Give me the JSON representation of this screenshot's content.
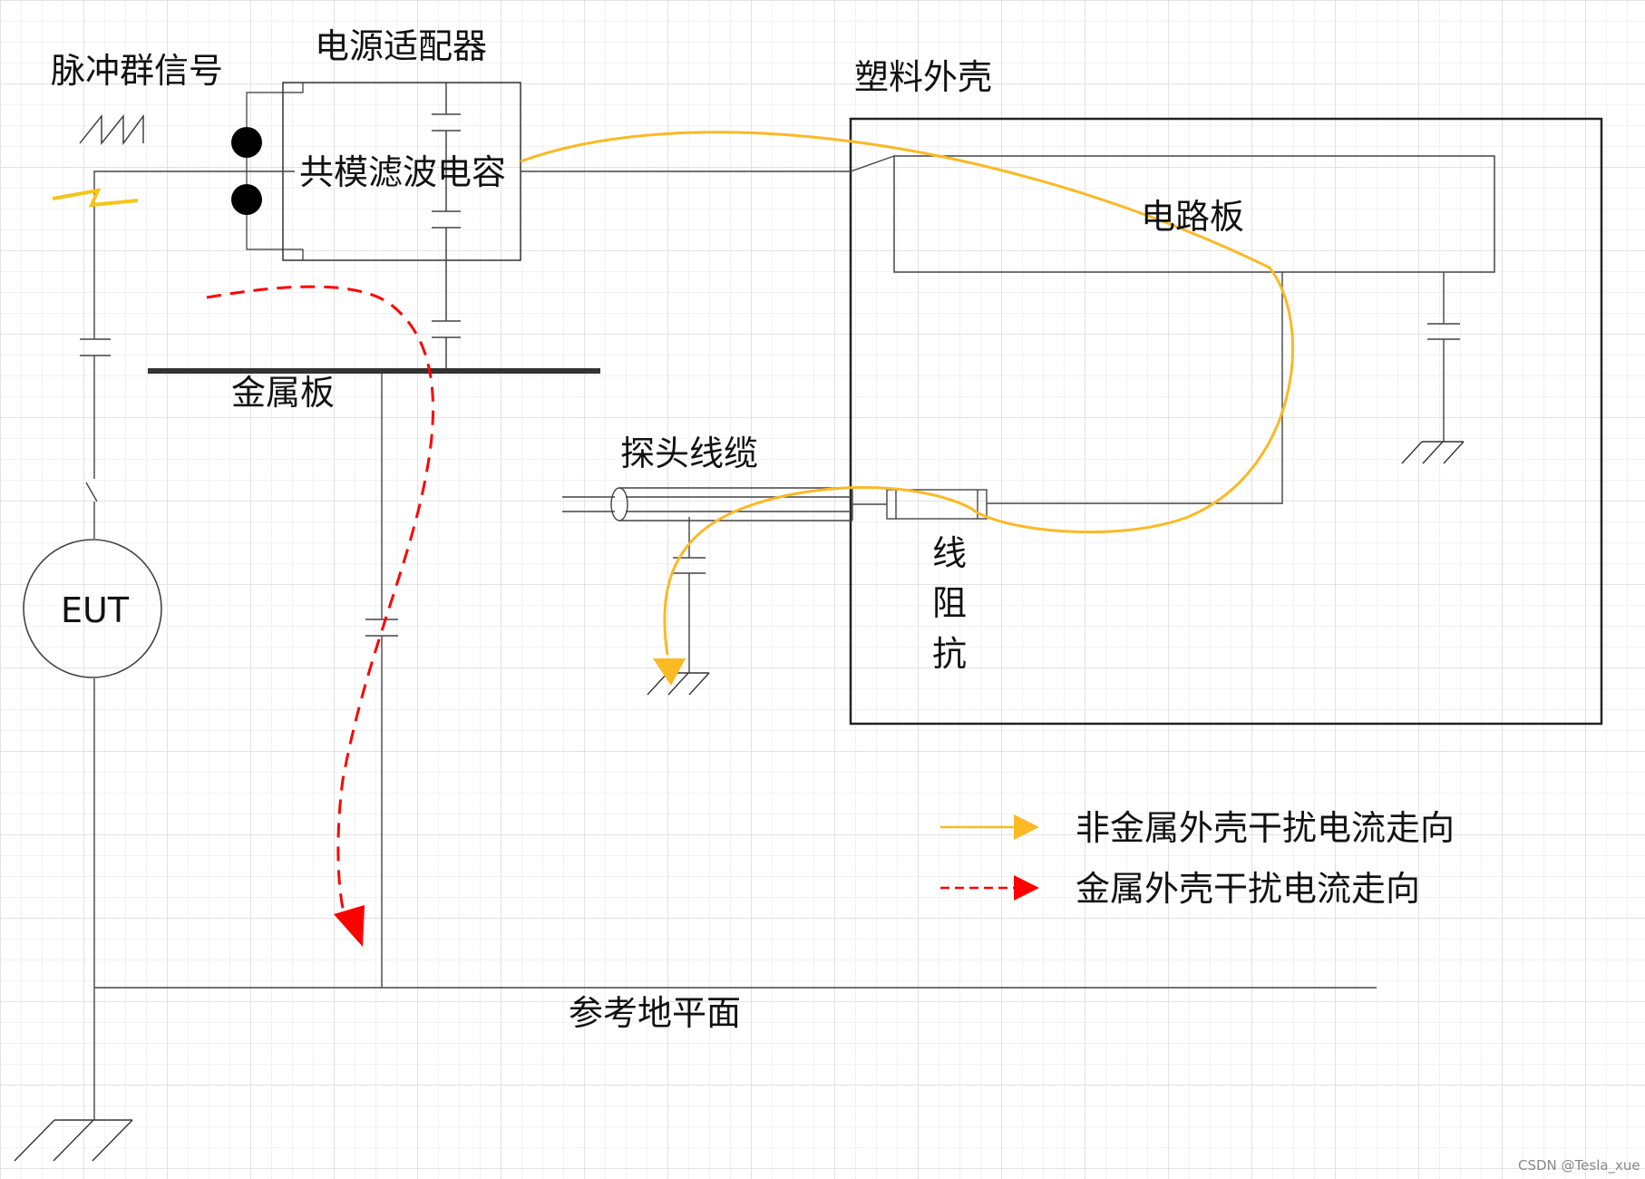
{
  "labels": {
    "pulse_signal": "脉冲群信号",
    "power_adapter": "电源适配器",
    "cm_filter_cap": "共模滤波电容",
    "plastic_case": "塑料外壳",
    "circuit_board": "电路板",
    "metal_plate": "金属板",
    "probe_cable": "探头线缆",
    "line_impedance_1": "线",
    "line_impedance_2": "阻",
    "line_impedance_3": "抗",
    "eut": "EUT",
    "reference_ground": "参考地平面"
  },
  "legend": {
    "non_metal": "非金属外壳干扰电流走向",
    "metal": "金属外壳干扰电流走向"
  },
  "colors": {
    "wire": "#333333",
    "orange_path": "#FBB924",
    "red_path": "#FF0000",
    "lightning": "#F5C518"
  },
  "watermark": "CSDN @Tesla_xue"
}
